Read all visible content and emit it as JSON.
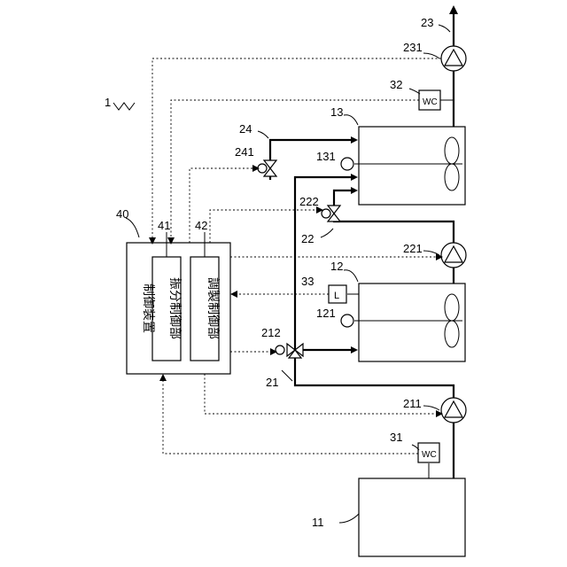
{
  "labels": {
    "system": "1",
    "tank_11": "11",
    "tank_12": "12",
    "tank_13": "13",
    "line_21": "21",
    "line_22": "22",
    "line_23": "23",
    "line_24": "24",
    "pump_211": "211",
    "valve_212": "212",
    "pump_221": "221",
    "valve_222": "222",
    "pump_231": "231",
    "valve_241": "241",
    "sensor_121": "121",
    "sensor_131": "131",
    "sensor_31": "31",
    "sensor_32": "32",
    "sensor_33": "33",
    "controller_40": "40",
    "unit_41": "41",
    "unit_42": "42"
  },
  "sensor_text": {
    "wc_31": "WC",
    "wc_32": "WC",
    "level_33": "L"
  },
  "controller": {
    "title": "制御装置",
    "distribution": "振分制御部",
    "adjustment": "調製制御部"
  }
}
